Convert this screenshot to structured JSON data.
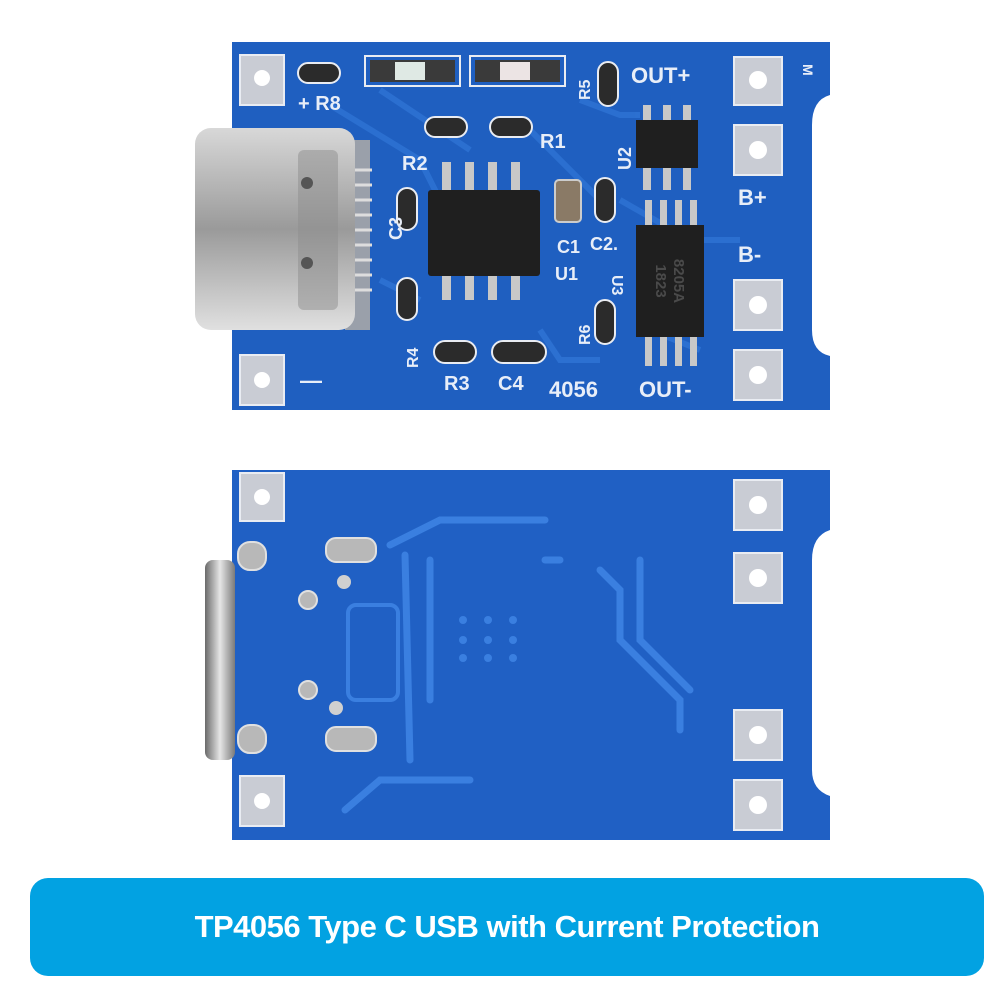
{
  "product": {
    "caption": "TP4056 Type C USB with Current Protection",
    "pcb_color": "#1f5fc0",
    "banner_color": "#02a2e2"
  },
  "top_board": {
    "silkscreen": {
      "r8": "+ R8",
      "r5": "R5",
      "out_plus": "OUT+",
      "r1": "R1",
      "r2": "R2",
      "u2": "U2",
      "b_plus": "B+",
      "b_minus": "B-",
      "c1": "C1",
      "c2": "C2.",
      "u1": "U1",
      "c3": "C3",
      "u3": "U3",
      "r6": "R6",
      "r4": "R4",
      "r3": "R3",
      "c4": "C4",
      "model": "4056",
      "out_minus": "OUT-",
      "minus": "—",
      "m": "M"
    },
    "chip_marking": [
      "8205A",
      "1823"
    ]
  }
}
